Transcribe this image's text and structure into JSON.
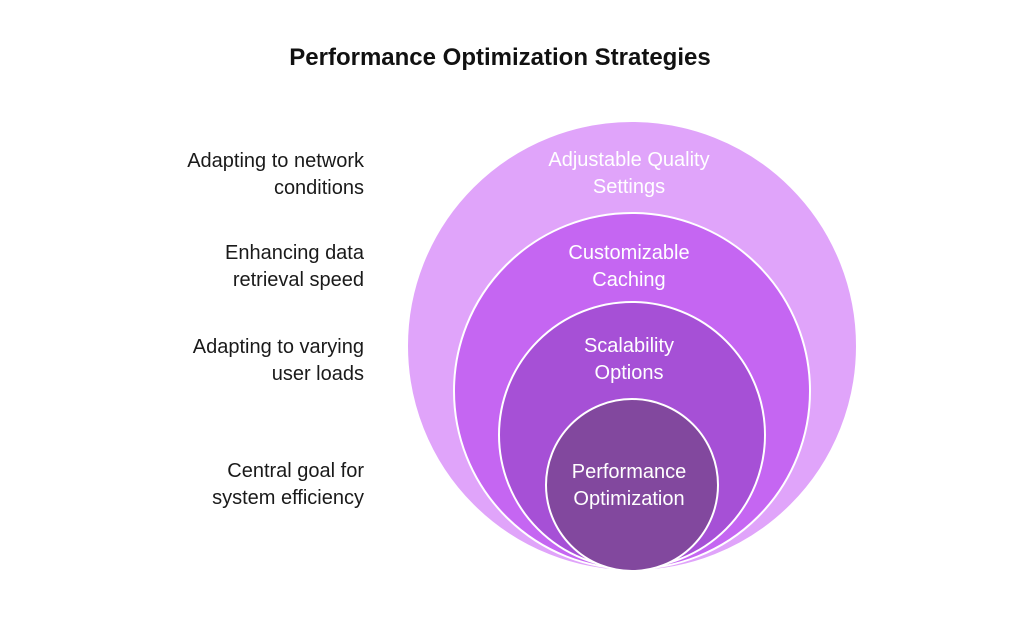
{
  "title": "Performance Optimization Strategies",
  "layers": [
    {
      "name_lines": [
        "Adjustable Quality",
        "Settings"
      ],
      "description_lines": [
        "Adapting to network",
        "conditions"
      ],
      "color": "#E0A4FA"
    },
    {
      "name_lines": [
        "Customizable",
        "Caching"
      ],
      "description_lines": [
        "Enhancing data",
        "retrieval speed"
      ],
      "color": "#C566F2"
    },
    {
      "name_lines": [
        "Scalability",
        "Options"
      ],
      "description_lines": [
        "Adapting to varying",
        "user loads"
      ],
      "color": "#A650D6"
    },
    {
      "name_lines": [
        "Performance",
        "Optimization"
      ],
      "description_lines": [
        "Central goal for",
        "system efficiency"
      ],
      "color": "#82489E"
    }
  ]
}
